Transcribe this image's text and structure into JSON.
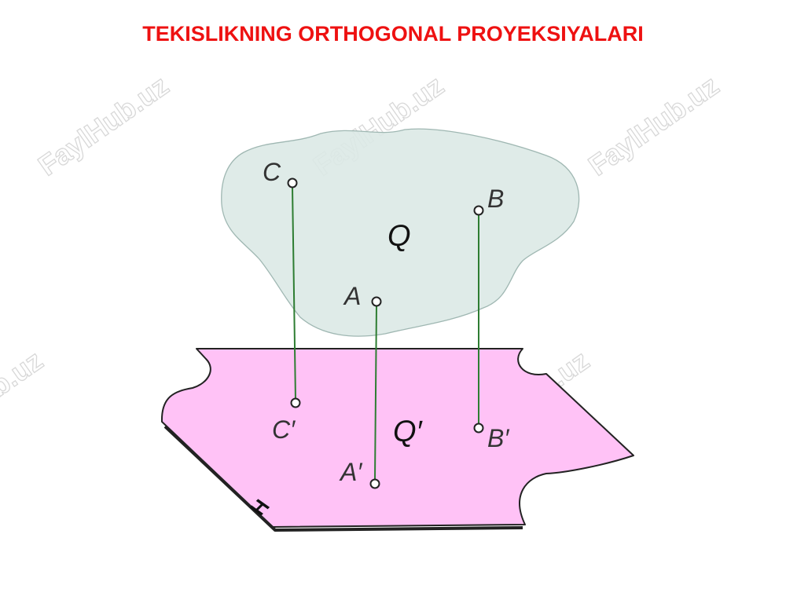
{
  "title": "TEKISLIKNING ORTHOGONAL PROYEKSIYALARI",
  "colors": {
    "title": "#ee1111",
    "plane_Q_fill": "#dce9e6",
    "plane_H_fill": "#ffc2f6",
    "projector": "#2e7d32",
    "outline": "#222222"
  },
  "planes": {
    "Q": "Q",
    "Q_prime": "Q′",
    "H": "H"
  },
  "points": {
    "A": "A",
    "B": "B",
    "C": "C",
    "A_prime": "A′",
    "B_prime": "B′",
    "C_prime": "C′"
  },
  "watermark": "FaylHub.uz"
}
